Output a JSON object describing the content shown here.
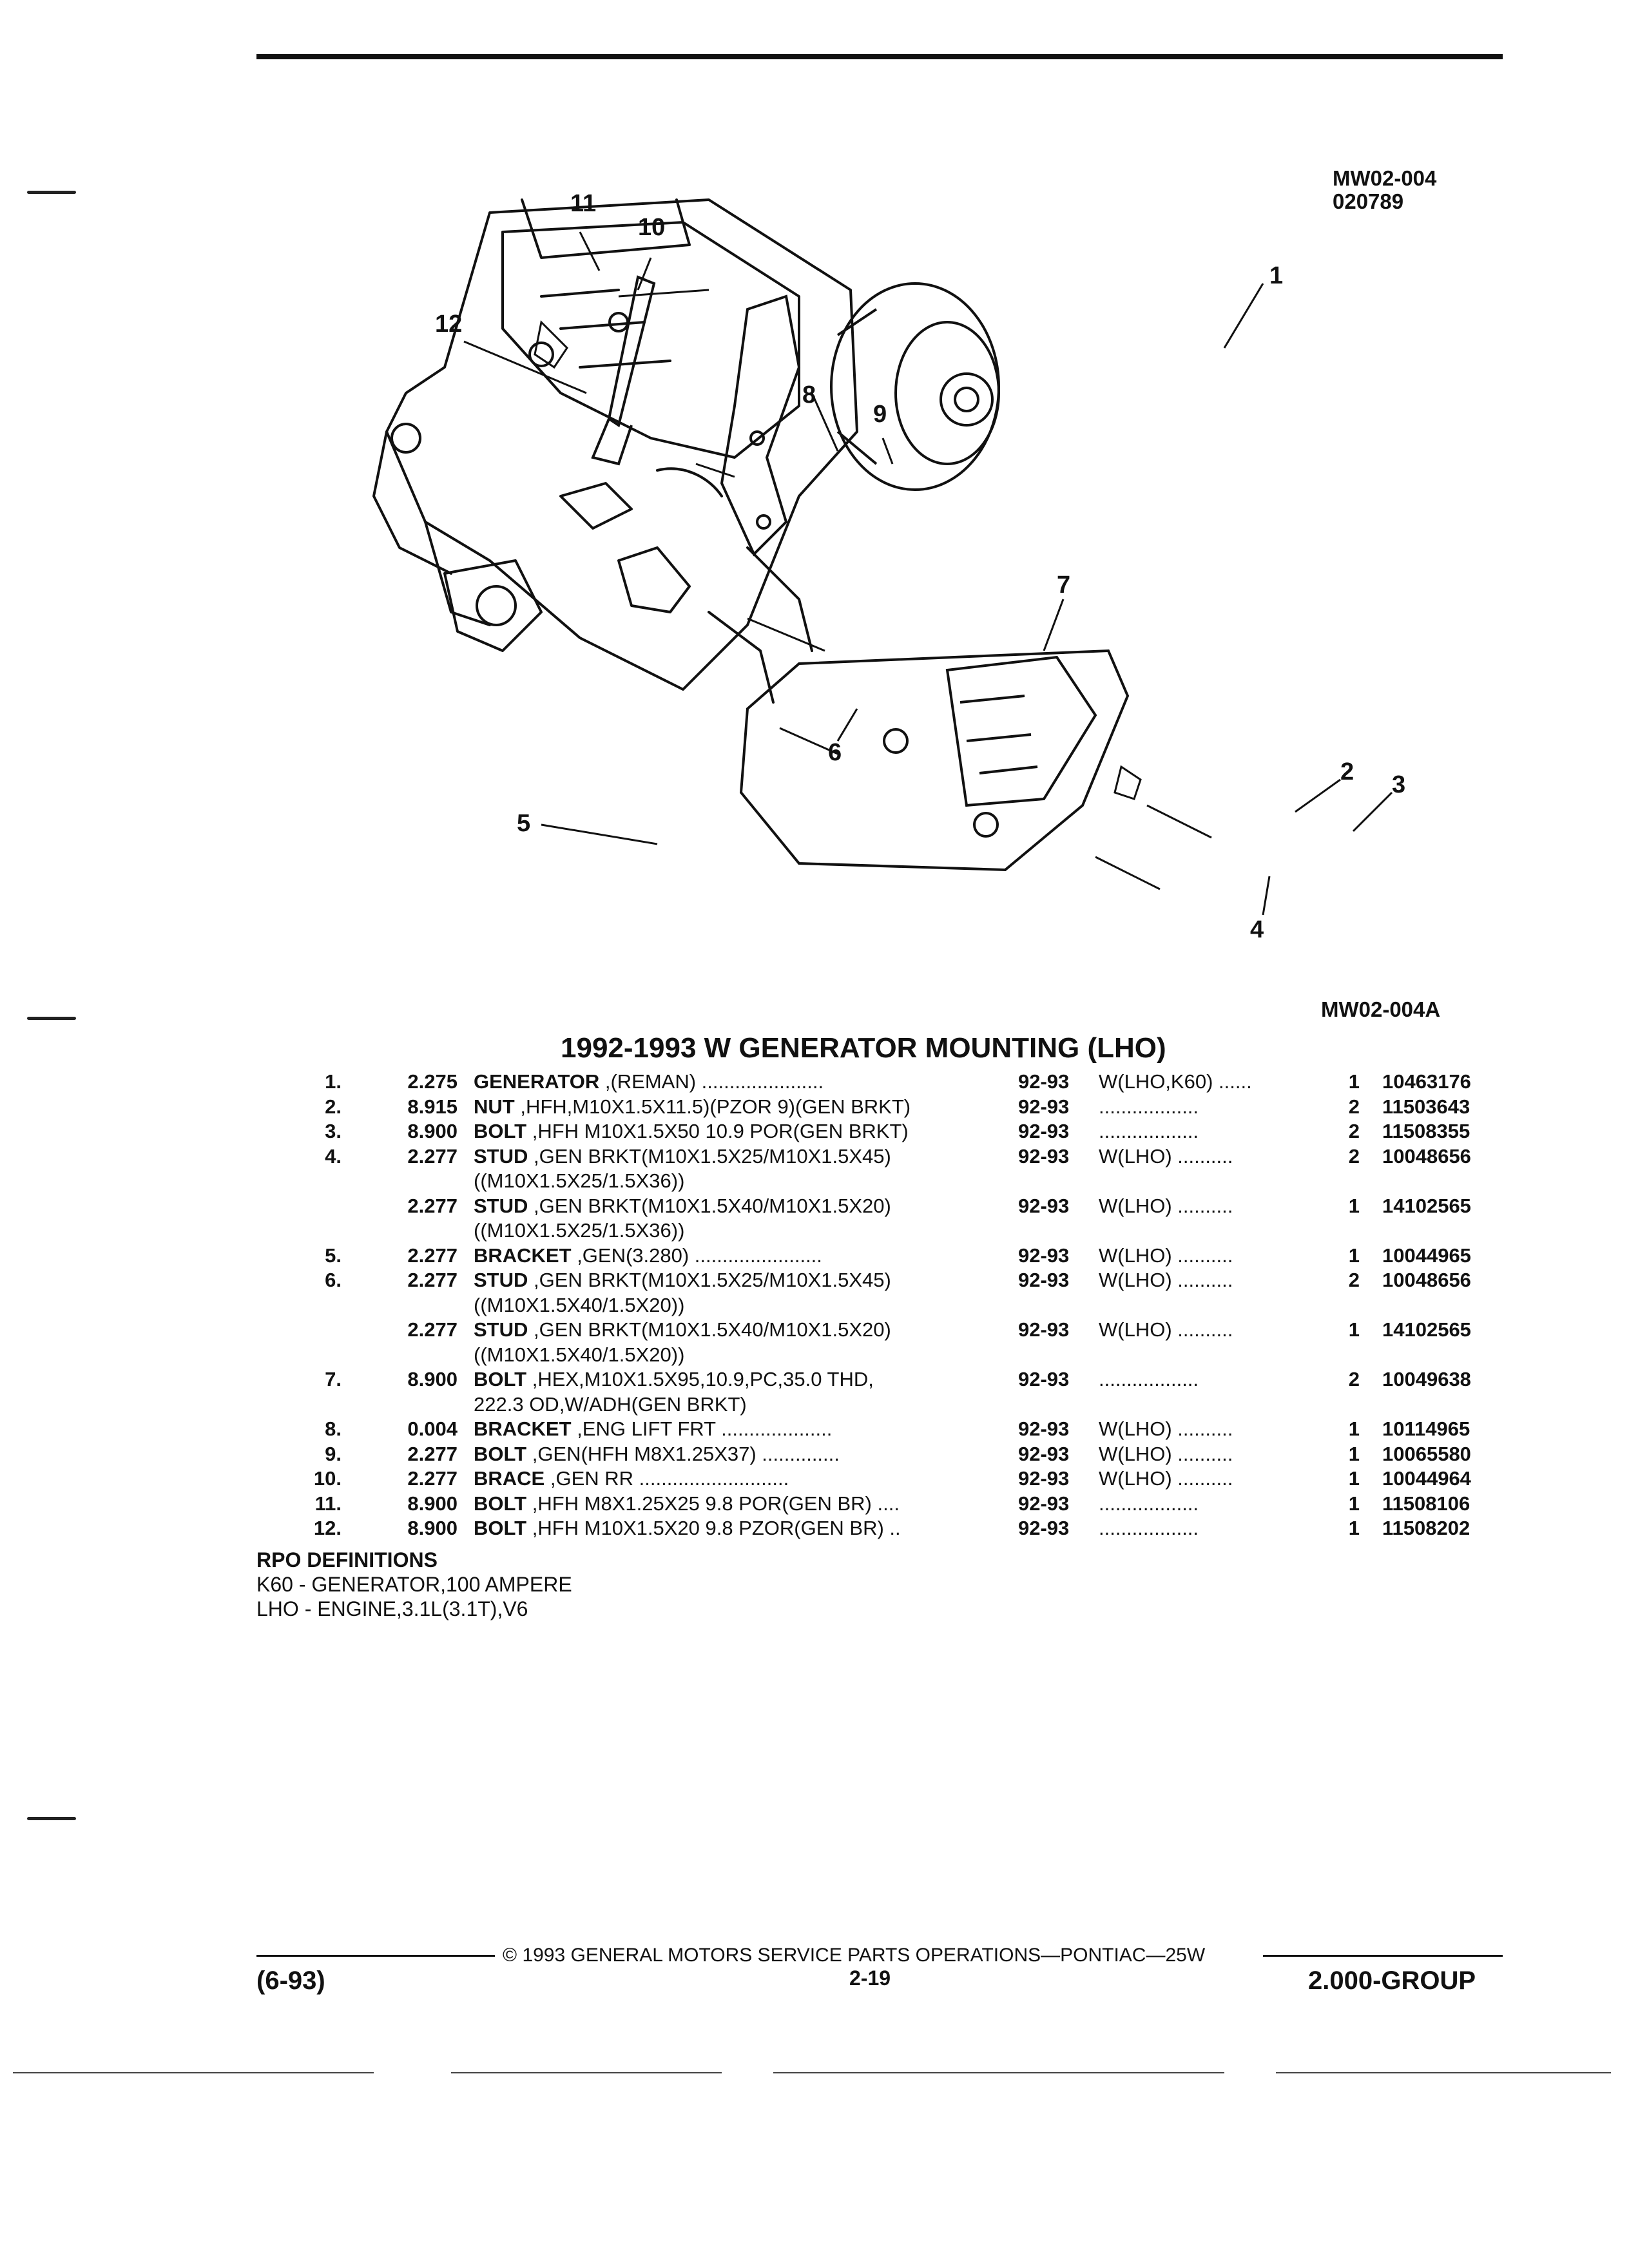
{
  "header": {
    "ref_top_1": "MW02-004",
    "ref_top_2": "020789",
    "ref_bottom": "MW02-004A"
  },
  "diagram": {
    "callouts": [
      "1",
      "2",
      "3",
      "4",
      "5",
      "6",
      "7",
      "8",
      "9",
      "10",
      "11",
      "12"
    ]
  },
  "section_title": "1992-1993 W GENERATOR MOUNTING (LHO)",
  "parts": [
    {
      "num": "1.",
      "grp": "2.275",
      "name": "GENERATOR",
      "desc": ",(REMAN) ......................",
      "year": "92-93",
      "models": "W(LHO,K60) ......",
      "qty": "1",
      "part": "10463176"
    },
    {
      "num": "2.",
      "grp": "8.915",
      "name": "NUT",
      "desc": ",HFH,M10X1.5X11.5)(PZOR 9)(GEN BRKT)",
      "year": "92-93",
      "models": "..................",
      "qty": "2",
      "part": "11503643"
    },
    {
      "num": "3.",
      "grp": "8.900",
      "name": "BOLT",
      "desc": ",HFH M10X1.5X50 10.9 POR(GEN BRKT)",
      "year": "92-93",
      "models": "..................",
      "qty": "2",
      "part": "11508355"
    },
    {
      "num": "4.",
      "grp": "2.277",
      "name": "STUD",
      "desc": ",GEN BRKT(M10X1.5X25/M10X1.5X45)",
      "year": "92-93",
      "models": "W(LHO) ..........",
      "qty": "2",
      "part": "10048656"
    },
    {
      "num": "",
      "grp": "",
      "name": "",
      "desc": "((M10X1.5X25/1.5X36))",
      "year": "",
      "models": "",
      "qty": "",
      "part": ""
    },
    {
      "num": "",
      "grp": "2.277",
      "name": "STUD",
      "desc": ",GEN BRKT(M10X1.5X40/M10X1.5X20)",
      "year": "92-93",
      "models": "W(LHO) ..........",
      "qty": "1",
      "part": "14102565"
    },
    {
      "num": "",
      "grp": "",
      "name": "",
      "desc": "((M10X1.5X25/1.5X36))",
      "year": "",
      "models": "",
      "qty": "",
      "part": ""
    },
    {
      "num": "5.",
      "grp": "2.277",
      "name": "BRACKET",
      "desc": ",GEN(3.280) .......................",
      "year": "92-93",
      "models": "W(LHO) ..........",
      "qty": "1",
      "part": "10044965"
    },
    {
      "num": "6.",
      "grp": "2.277",
      "name": "STUD",
      "desc": ",GEN BRKT(M10X1.5X25/M10X1.5X45)",
      "year": "92-93",
      "models": "W(LHO) ..........",
      "qty": "2",
      "part": "10048656"
    },
    {
      "num": "",
      "grp": "",
      "name": "",
      "desc": "((M10X1.5X40/1.5X20))",
      "year": "",
      "models": "",
      "qty": "",
      "part": ""
    },
    {
      "num": "",
      "grp": "2.277",
      "name": "STUD",
      "desc": ",GEN BRKT(M10X1.5X40/M10X1.5X20)",
      "year": "92-93",
      "models": "W(LHO) ..........",
      "qty": "1",
      "part": "14102565"
    },
    {
      "num": "",
      "grp": "",
      "name": "",
      "desc": "((M10X1.5X40/1.5X20))",
      "year": "",
      "models": "",
      "qty": "",
      "part": ""
    },
    {
      "num": "7.",
      "grp": "8.900",
      "name": "BOLT",
      "desc": ",HEX,M10X1.5X95,10.9,PC,35.0 THD,",
      "year": "92-93",
      "models": "..................",
      "qty": "2",
      "part": "10049638"
    },
    {
      "num": "",
      "grp": "",
      "name": "",
      "desc": "222.3 OD,W/ADH(GEN BRKT)",
      "year": "",
      "models": "",
      "qty": "",
      "part": ""
    },
    {
      "num": "8.",
      "grp": "0.004",
      "name": "BRACKET",
      "desc": ",ENG LIFT FRT ....................",
      "year": "92-93",
      "models": "W(LHO) ..........",
      "qty": "1",
      "part": "10114965"
    },
    {
      "num": "9.",
      "grp": "2.277",
      "name": "BOLT",
      "desc": ",GEN(HFH M8X1.25X37) ..............",
      "year": "92-93",
      "models": "W(LHO) ..........",
      "qty": "1",
      "part": "10065580"
    },
    {
      "num": "10.",
      "grp": "2.277",
      "name": "BRACE",
      "desc": ",GEN RR ...........................",
      "year": "92-93",
      "models": "W(LHO) ..........",
      "qty": "1",
      "part": "10044964"
    },
    {
      "num": "11.",
      "grp": "8.900",
      "name": "BOLT",
      "desc": ",HFH M8X1.25X25 9.8 POR(GEN BR) ....",
      "year": "92-93",
      "models": "..................",
      "qty": "1",
      "part": "11508106"
    },
    {
      "num": "12.",
      "grp": "8.900",
      "name": "BOLT",
      "desc": ",HFH M10X1.5X20 9.8 PZOR(GEN BR) ..",
      "year": "92-93",
      "models": "..................",
      "qty": "1",
      "part": "11508202"
    }
  ],
  "rpo": {
    "heading": "RPO DEFINITIONS",
    "lines": [
      "K60 - GENERATOR,100 AMPERE",
      "LHO - ENGINE,3.1L(3.1T),V6"
    ]
  },
  "footer": {
    "copyright": "© 1993 GENERAL MOTORS SERVICE PARTS OPERATIONS—PONTIAC—25W",
    "page": "2-19",
    "date": "(6-93)",
    "group": "2.000-GROUP"
  }
}
